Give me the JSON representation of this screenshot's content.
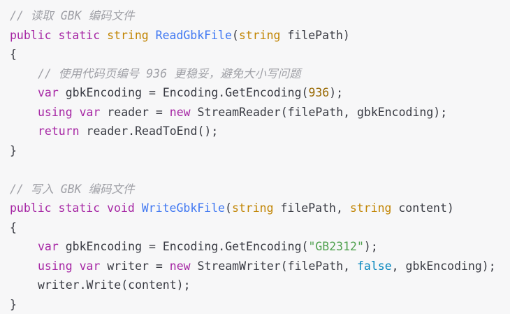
{
  "colors": {
    "background": "#f7f7f8",
    "keyword": "#a626a4",
    "type": "#c18401",
    "function": "#4078f2",
    "number": "#986801",
    "string": "#50a14f",
    "literal": "#0184bc",
    "comment": "#a0a1a7",
    "text": "#383a42"
  },
  "code": {
    "l1": {
      "c": "// 读取 GBK 编码文件"
    },
    "l2": {
      "kw1": "public",
      "kw2": "static",
      "ty": "string",
      "fn": "ReadGbkFile",
      "p1": "(",
      "ty2": "string",
      "p2": " filePath)"
    },
    "l3": {
      "t": "{"
    },
    "l4": {
      "c": "// 使用代码页编号 936 更稳妥，避免大小写问题"
    },
    "l5": {
      "kw": "var",
      "t1": " gbkEncoding = Encoding.GetEncoding(",
      "num": "936",
      "t2": ");"
    },
    "l6": {
      "kw1": "using",
      "kw2": "var",
      "t1": " reader = ",
      "kw3": "new",
      "t2": " StreamReader(filePath, gbkEncoding);"
    },
    "l7": {
      "kw": "return",
      "t": " reader.ReadToEnd();"
    },
    "l8": {
      "t": "}"
    },
    "l10": {
      "c": "// 写入 GBK 编码文件"
    },
    "l11": {
      "kw1": "public",
      "kw2": "static",
      "kw3": "void",
      "fn": "WriteGbkFile",
      "p1": "(",
      "ty1": "string",
      "p2": " filePath, ",
      "ty2": "string",
      "p3": " content)"
    },
    "l12": {
      "t": "{"
    },
    "l13": {
      "kw": "var",
      "t1": " gbkEncoding = Encoding.GetEncoding(",
      "str": "\"GB2312\"",
      "t2": ");"
    },
    "l14": {
      "kw1": "using",
      "kw2": "var",
      "t1": " writer = ",
      "kw3": "new",
      "t2": " StreamWriter(filePath, ",
      "lit": "false",
      "t3": ", gbkEncoding);"
    },
    "l15": {
      "t": "writer.Write(content);"
    },
    "l16": {
      "t": "}"
    }
  }
}
